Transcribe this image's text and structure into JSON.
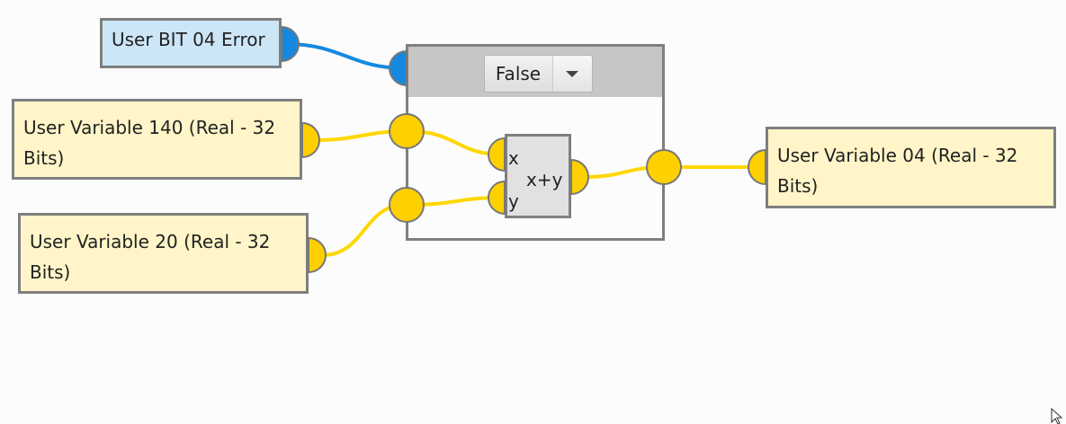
{
  "nodes": {
    "input_a": "User Variable 140 (Real - 32 Bits)",
    "input_b": "User Variable 20 (Real - 32 Bits)",
    "output": "User Variable 04 (Real - 32 Bits)",
    "condition": "User BIT 04 Error"
  },
  "selector": {
    "value": "False"
  },
  "add_block": {
    "port_x": "x",
    "port_y": "y",
    "operation": "x+y"
  },
  "icons": {
    "dropdown": "chevron-down-icon",
    "cursor": "mouse-pointer-icon"
  },
  "colors": {
    "analog_wire": "#ffd700",
    "bool_wire": "#1589e0",
    "analog_port": "#ffd000",
    "bool_port": "#1589e0",
    "variable_node": "#fff5c8",
    "bit_node": "#cde6f7",
    "border": "#7f7f7f"
  }
}
